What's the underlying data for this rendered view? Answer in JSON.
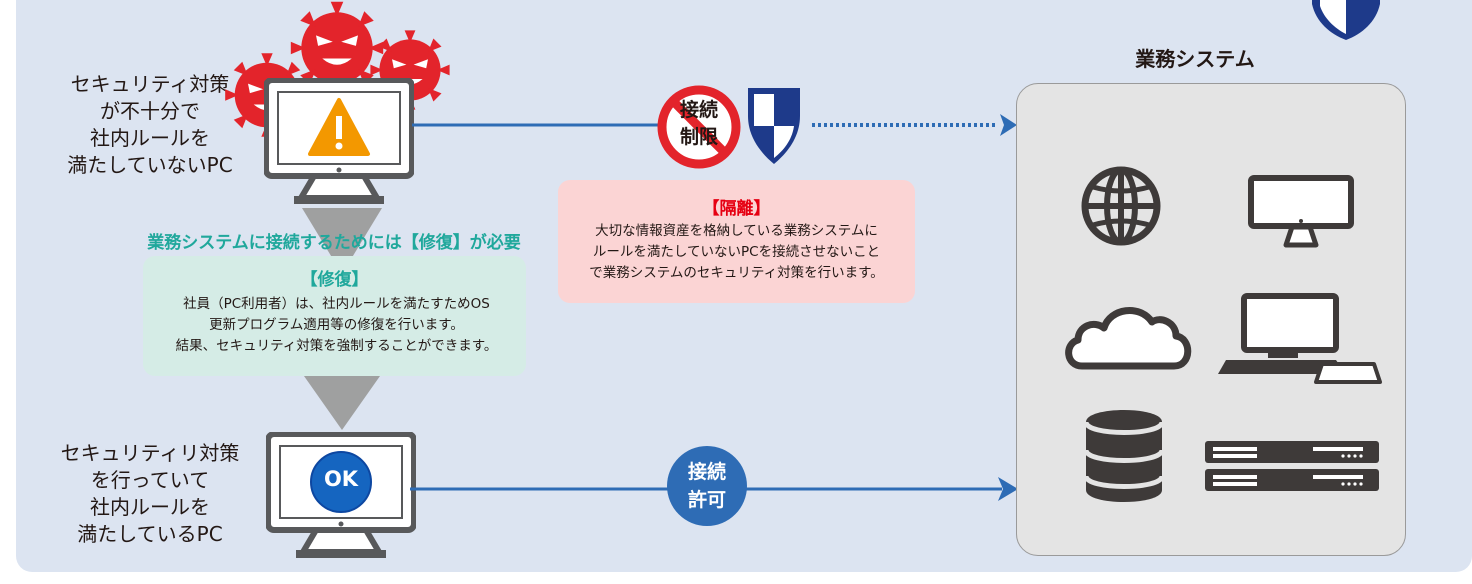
{
  "top_pc_label": [
    "セキュリティ対策",
    "が不十分で",
    "社内ルールを",
    "満たしていないPC"
  ],
  "bottom_pc_label": [
    "セキュリティリ対策",
    "を行っていて",
    "社内ルールを",
    "満たしているPC"
  ],
  "restrict_badge": [
    "接続",
    "制限"
  ],
  "permit_badge": [
    "接続",
    "許可"
  ],
  "ok_label": "OK",
  "isolation": {
    "title": "【隔離】",
    "lines": [
      "大切な情報資産を格納している業務システムに",
      "ルールを満たしていないPCを接続させないこと",
      "で業務システムのセキュリティ対策を行います。"
    ]
  },
  "repair": {
    "heading": "業務システムに接続するためには【修復】が必要",
    "title": "【修復】",
    "lines": [
      "社員（PC利用者）は、社内ルールを満たすためOS",
      "更新プログラム適用等の修復を行います。",
      "結果、セキュリティ対策を強制することができます。"
    ]
  },
  "system_title": "業務システム",
  "colors": {
    "background": "#dce4f1",
    "arrow_blue": "#2e6cb5",
    "repair_green": "#20a89c",
    "isolation_red": "#e60012",
    "virus_red": "#e3242b",
    "monitor_gray": "#58595b"
  },
  "icons": [
    "virus-icon",
    "warning-icon",
    "ok-icon",
    "prohibition-icon",
    "shield-icon",
    "globe-icon",
    "desktop-icon",
    "cloud-icon",
    "laptop-icon",
    "database-icon",
    "server-icon"
  ]
}
